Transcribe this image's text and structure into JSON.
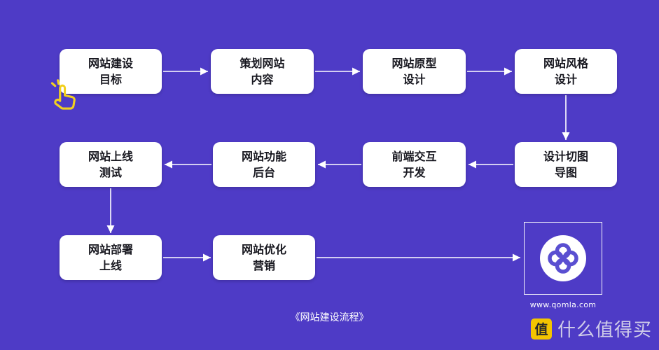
{
  "colors": {
    "background": "#4e3bc6",
    "box_background": "#ffffff",
    "box_text": "#17171f",
    "arrow": "#ffffff",
    "cursor_yellow": "#f2d01e",
    "watermark_yellow": "#f3c400",
    "logo_purple": "#5a4fd1"
  },
  "flowchart": {
    "caption": "《网站建设流程》",
    "boxes": [
      {
        "line1": "网站建设",
        "line2": "目标"
      },
      {
        "line1": "策划网站",
        "line2": "内容"
      },
      {
        "line1": "网站原型",
        "line2": "设计"
      },
      {
        "line1": "网站风格",
        "line2": "设计"
      },
      {
        "line1": "网站上线",
        "line2": "测试"
      },
      {
        "line1": "网站功能",
        "line2": "后台"
      },
      {
        "line1": "前端交互",
        "line2": "开发"
      },
      {
        "line1": "设计切图",
        "line2": "导图"
      },
      {
        "line1": "网站部署",
        "line2": "上线"
      },
      {
        "line1": "网站优化",
        "line2": "营销"
      }
    ]
  },
  "logo": {
    "url": "www.qomla.com"
  },
  "watermark": {
    "badge": "值",
    "text": "什么值得买"
  }
}
